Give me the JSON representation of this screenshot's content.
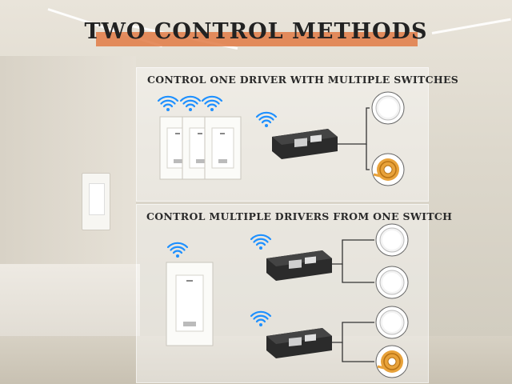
{
  "header": {
    "title": "TWO CONTROL METHODS"
  },
  "sections": [
    {
      "label": "CONTROL ONE DRIVER WITH MULTIPLE SWITCHES"
    },
    {
      "label": "CONTROL MULTIPLE DRIVERS FROM ONE SWITCH"
    }
  ],
  "colors": {
    "accent": "#e07a45",
    "wifi": "#1e90ff",
    "driver": "#2b2b2b",
    "strip": "#e8a23a"
  },
  "icons": [
    "wifi-icon",
    "wall-switch-icon",
    "driver-box-icon",
    "downlight-icon",
    "led-strip-reel-icon"
  ]
}
